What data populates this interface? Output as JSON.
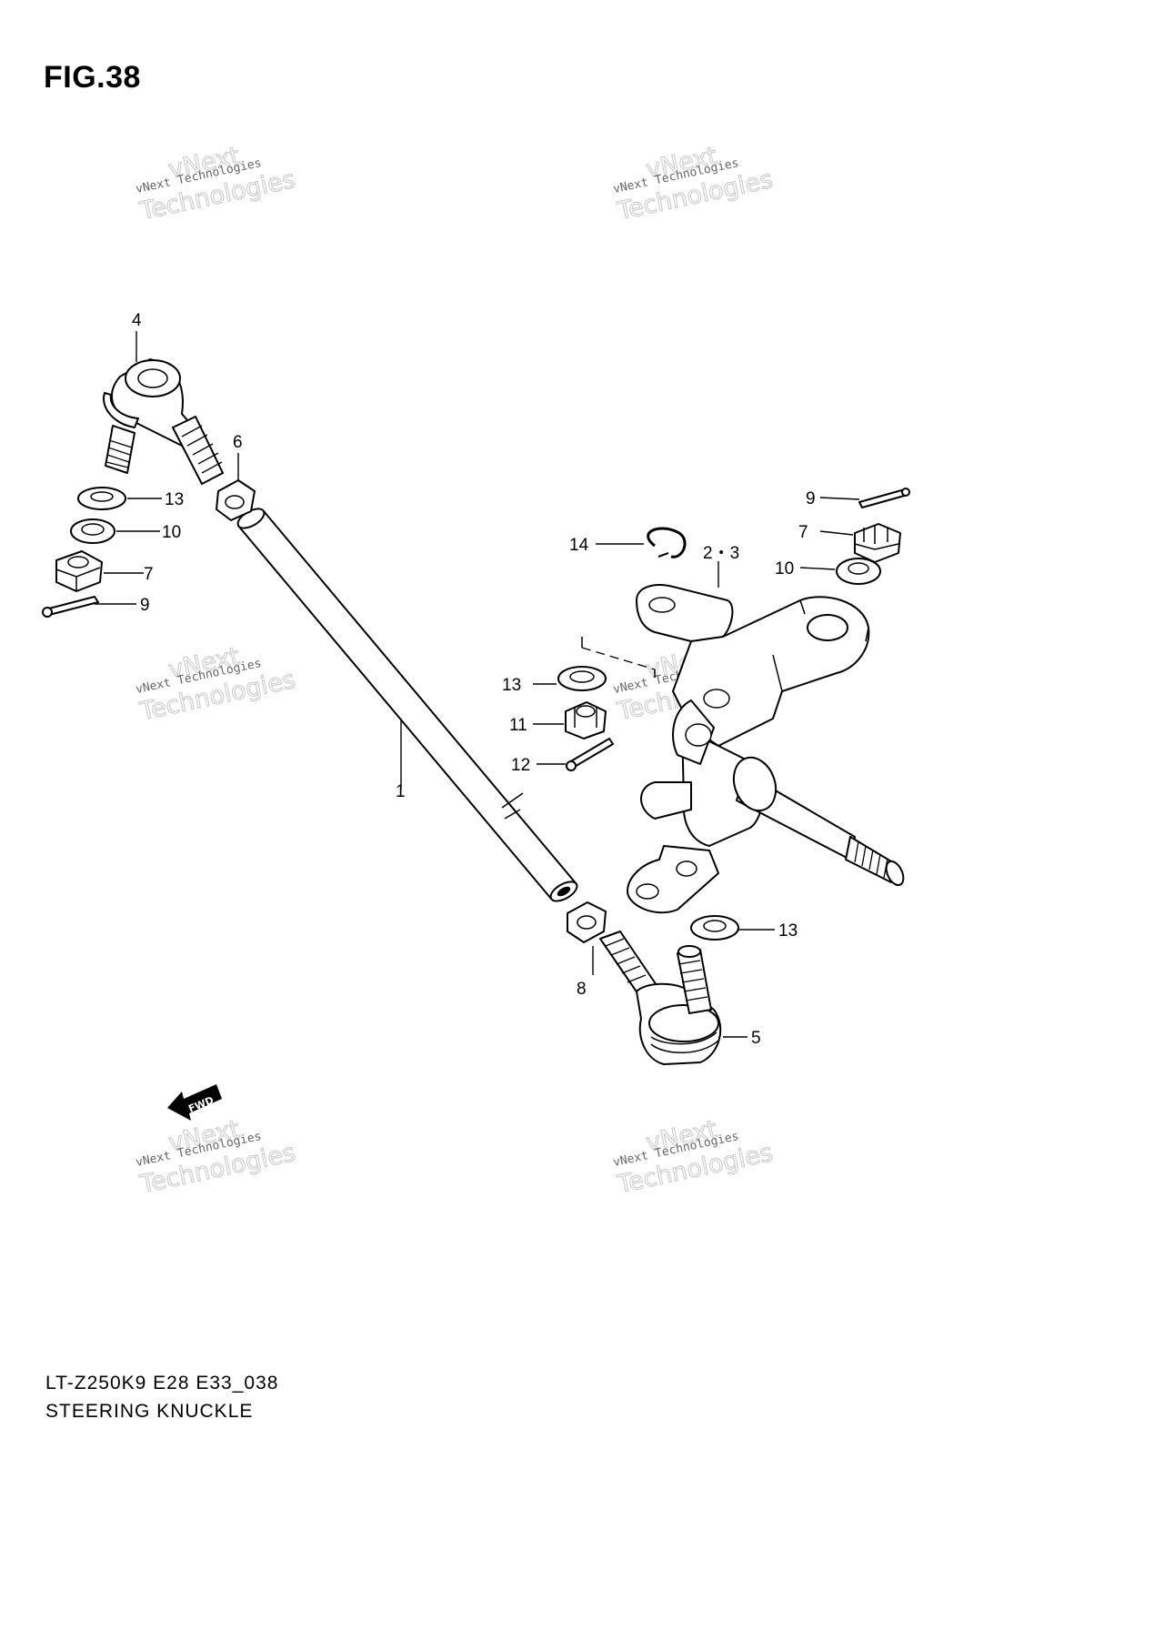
{
  "figure": {
    "title": "FIG.38"
  },
  "footer": {
    "model_code": "LT-Z250K9 E28 E33_038",
    "part_name": "STEERING KNUCKLE"
  },
  "watermark": {
    "text": "vNext Technologies",
    "big_line1": "vNext",
    "big_line2": "Technologies"
  },
  "fwd_arrow": {
    "label": "FWD"
  },
  "callouts": {
    "n1": "1",
    "n2_3": "2・3",
    "n4": "4",
    "n5": "5",
    "n6": "6",
    "n7a": "7",
    "n7b": "7",
    "n8": "8",
    "n9a": "9",
    "n9b": "9",
    "n10a": "10",
    "n10b": "10",
    "n11": "11",
    "n12": "12",
    "n13a": "13",
    "n13b": "13",
    "n13c": "13",
    "n14": "14"
  }
}
